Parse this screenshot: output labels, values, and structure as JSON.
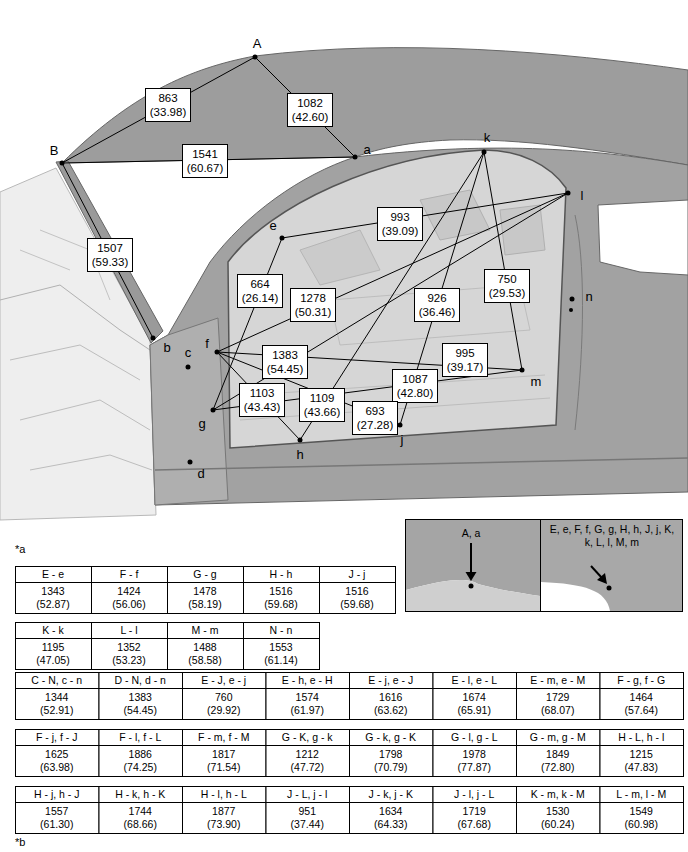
{
  "diagram": {
    "nodes": [
      {
        "text": [
          "863 (33.98)"
        ]
      },
      {
        "text": [
          "1082 (42.60)"
        ]
      },
      {
        "text": [
          "1541 (60.67)"
        ]
      },
      {
        "text": [
          "993 (39.09)"
        ]
      },
      {
        "text": [
          "1507 (59.33)"
        ]
      },
      {
        "text": [
          "664 (26.14)"
        ]
      },
      {
        "text": [
          "1278 (50.31)"
        ]
      },
      {
        "text": [
          "926 (36.46)"
        ]
      },
      {
        "text": [
          "750 (29.53)"
        ]
      },
      {
        "text": [
          "1383 (54.45)"
        ]
      },
      {
        "text": [
          "995 (39.17)"
        ]
      },
      {
        "text": [
          "1087 (42.80)"
        ]
      },
      {
        "text": [
          "1103 (43.43)"
        ]
      },
      {
        "text": [
          "1109 (43.66)"
        ]
      },
      {
        "text": [
          "693 (27.28)"
        ]
      }
    ],
    "labels": [
      "A",
      "a",
      "B",
      "b",
      "c",
      "d",
      "e",
      "f",
      "g",
      "h",
      "j",
      "k",
      "l",
      "m",
      "n",
      "*a",
      "E - e",
      "1343 (52.87)",
      "F - f",
      "1424 (56.06)",
      "G - g",
      "1478 (58.19)",
      "H - h",
      "1516 (59.68)",
      "J - j",
      "1516 (59.68)",
      "K - k",
      "1195 (47.05)",
      "L - l",
      "1352 (53.23)",
      "M - m",
      "1488 (58.58)",
      "N - n",
      "1553 (61.14)",
      "C - N, c - n",
      "1344 (52.91)",
      "D - N, d - n",
      "1383 (54.45)",
      "E - J, e - j",
      "760 (29.92)",
      "E - h, e - H",
      "1574 (61.97)",
      "E - j, e - J",
      "1616 (63.62)",
      "E - l, e - L",
      "1674 (65.91)",
      "E - m, e - M",
      "1729 (68.07)",
      "F - g, f - G",
      "1464 (57.64)",
      "F - j, f - J",
      "1625 (63.98)",
      "F - l, f - L",
      "1886 (74.25)",
      "F - m, f - M",
      "1817 (71.54)",
      "G - K, g - k",
      "1212 (47.72)",
      "G - k, g - K",
      "1798 (70.79)",
      "G - l, g - L",
      "1978 (77.87)",
      "G - m, g - M",
      "1849 (72.80)",
      "H - L, h - l",
      "1215 (47.83)",
      "H - j, h - J",
      "1557 (61.30)",
      "H - k, h - K",
      "1744 (68.66)",
      "H - l, h - L",
      "1877 (73.90)",
      "J - L, j - l",
      "951 (37.44)",
      "J - k, j - K",
      "1634 (64.33)",
      "J - l, j - L",
      "1719 (67.68)",
      "K - m, k - M",
      "1530 (60.24)",
      "L - m, l - M",
      "1549 (60.98)",
      "A, a",
      "E, e, F, f, G, g, H, h, J, j, K, k, L, l, M, m",
      "*b"
    ]
  }
}
